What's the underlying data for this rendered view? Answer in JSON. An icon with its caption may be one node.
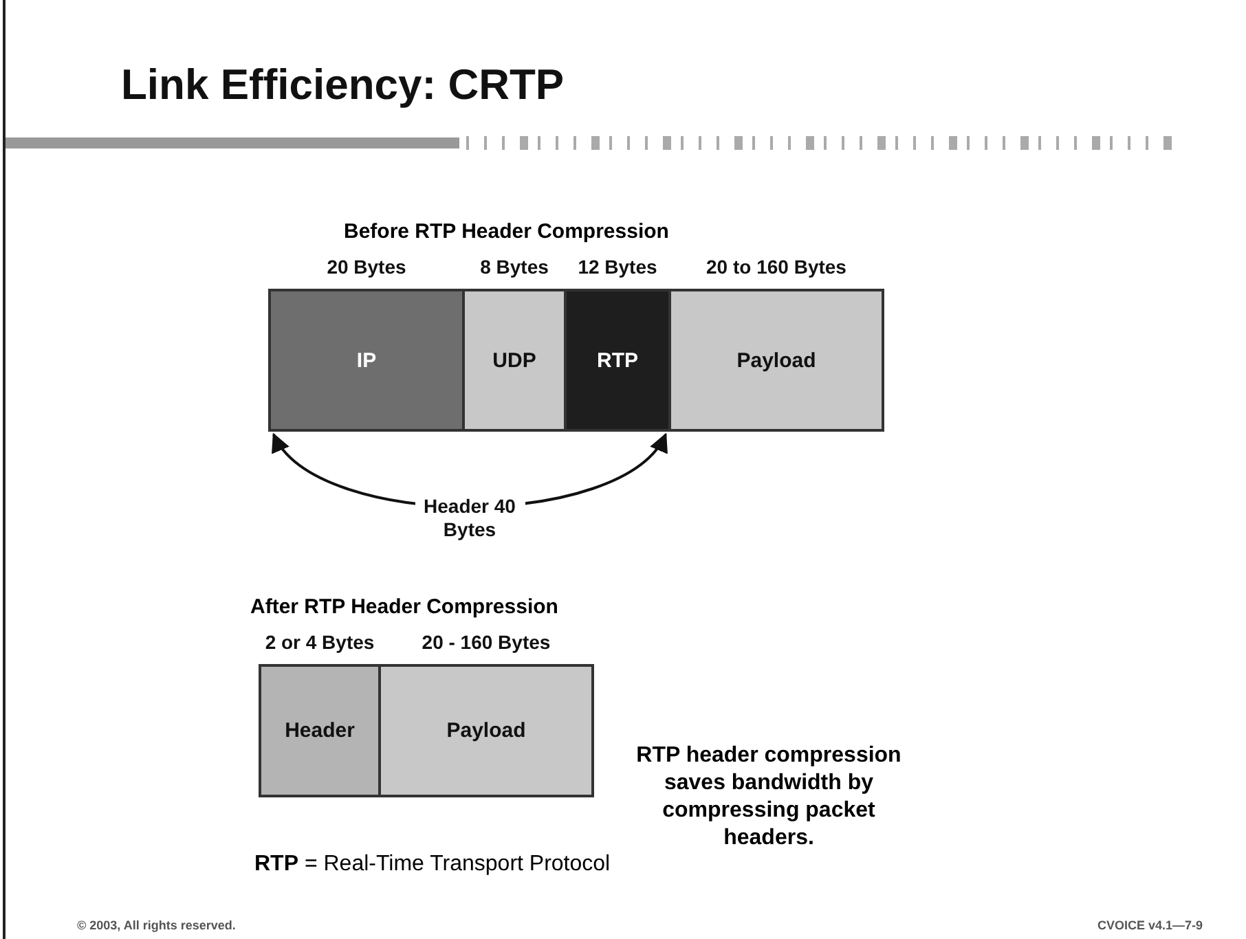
{
  "diagram": {
    "title": "Link Efficiency: CRTP",
    "nodes": [
      {
        "text": [
          "IP"
        ],
        "beside": [
          "20 Bytes"
        ]
      },
      {
        "text": [
          "UDP"
        ],
        "beside": [
          "8 Bytes"
        ]
      },
      {
        "text": [
          "RTP"
        ],
        "beside": [
          "12 Bytes"
        ]
      },
      {
        "text": [
          "Payload"
        ],
        "beside": [
          "20 to 160 Bytes"
        ]
      },
      {
        "text": [
          "Header"
        ],
        "beside": [
          "2 or 4 Bytes"
        ]
      },
      {
        "text": [
          "Payload"
        ],
        "beside": [
          "20 - 160 Bytes"
        ]
      }
    ],
    "edges": [
      {
        "from": 0,
        "to": 2,
        "arrow": "both",
        "label": "Header 40 Bytes"
      }
    ],
    "labels": [
      "Before RTP Header Compression",
      "After RTP Header Compression",
      "RTP header compression saves bandwidth by compressing packet headers.",
      "**RTP** = Real-Time Transport Protocol",
      "© 2003, All rights reserved.",
      "CVOICE v4.1—7-9"
    ]
  }
}
